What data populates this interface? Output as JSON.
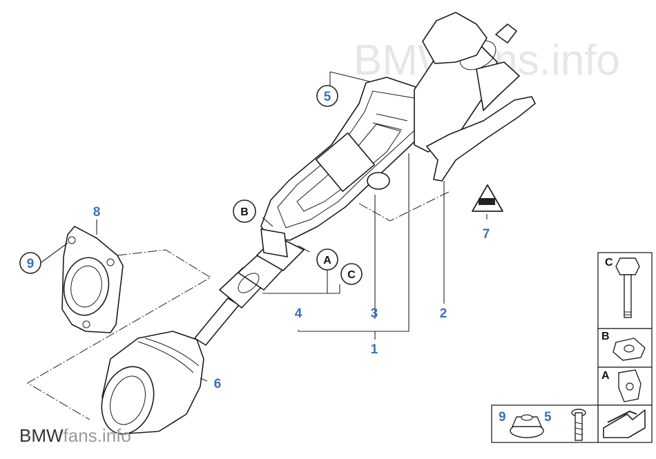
{
  "watermark": {
    "brand": "BMW",
    "suffix": "fans.info"
  },
  "callouts": {
    "c1": "1",
    "c2": "2",
    "c3": "3",
    "c4": "4",
    "c5": "5",
    "c6": "6",
    "c7": "7",
    "c8": "8",
    "c9": "9"
  },
  "letters": {
    "a": "A",
    "b": "B",
    "c": "C"
  },
  "legend": {
    "c": "C",
    "b": "B",
    "a": "A",
    "n9": "9",
    "n5": "5"
  },
  "icons": [
    "bolt-icon",
    "nut-icon",
    "clip-nut-icon",
    "flange-nut-icon",
    "screw-icon",
    "arrow-icon",
    "warning-triangle-icon"
  ]
}
